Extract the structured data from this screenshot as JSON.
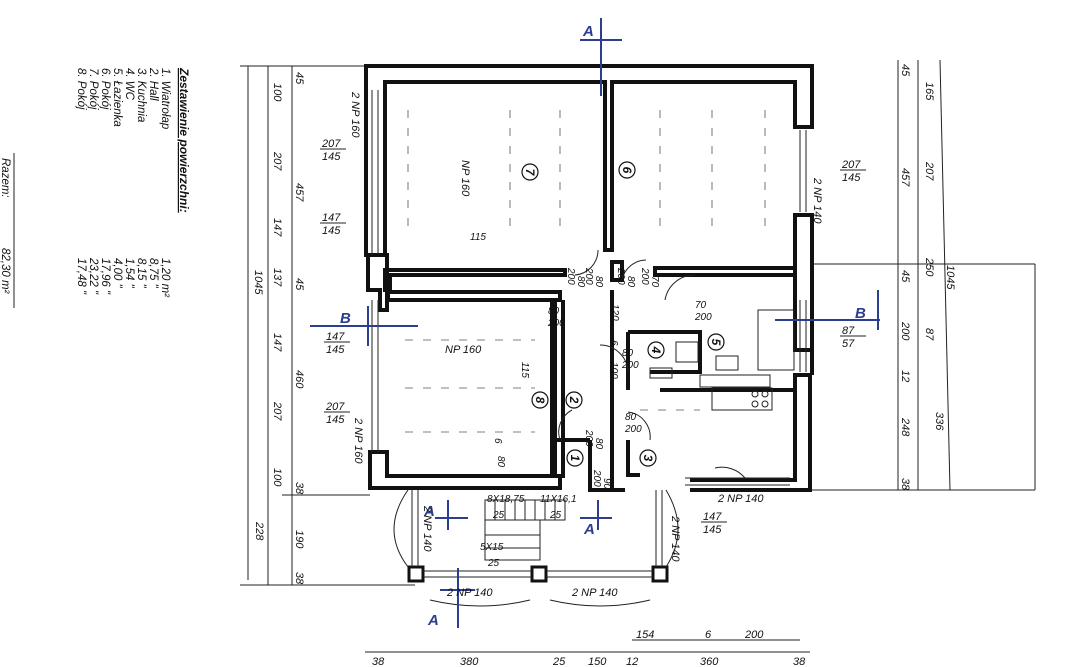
{
  "legend": {
    "title": "Zestawienie powierzchni:",
    "items": [
      {
        "name": "1. Wiatrołap",
        "area": "1,20 m²"
      },
      {
        "name": "2. Hall",
        "area": "8,75 \""
      },
      {
        "name": "3. Kuchnia",
        "area": "8,15 \""
      },
      {
        "name": "4. WC",
        "area": "1,54 \""
      },
      {
        "name": "5. Łazienka",
        "area": "4,00 \""
      },
      {
        "name": "6. Pokój",
        "area": "17,96 \""
      },
      {
        "name": "7. Pokój",
        "area": "23,22 \""
      },
      {
        "name": "8. Pokój",
        "area": "17,48 \""
      }
    ],
    "total_label": "Razem:",
    "total_value": "82,30 m²"
  },
  "rooms": [
    "1",
    "2",
    "3",
    "4",
    "5",
    "6",
    "7",
    "8"
  ],
  "sections": {
    "a": "A",
    "b": "B"
  },
  "windows": {
    "np160": "NP 160",
    "two_np160": "2 NP 160",
    "two_np140": "2 NP 140"
  },
  "dims": {
    "left_outer": [
      "100",
      "207",
      "147",
      "137",
      "147",
      "207",
      "100",
      "228"
    ],
    "left_inner": [
      "45",
      "457",
      "45",
      "460",
      "38",
      "190",
      "38"
    ],
    "left_total": "1045",
    "right_outer": [
      "165",
      "207",
      "250",
      "87",
      "336"
    ],
    "right_inner": [
      "45",
      "457",
      "45",
      "200",
      "12",
      "248",
      "38"
    ],
    "right_total": "1045",
    "bottom": [
      "38",
      "380",
      "25",
      "150",
      "12",
      "360",
      "38"
    ],
    "bottom_upper": [
      "154",
      "6",
      "200"
    ],
    "window_pairs": [
      [
        "207",
        "145"
      ],
      [
        "147",
        "145"
      ],
      [
        "147",
        "145"
      ],
      [
        "207",
        "145"
      ],
      [
        "207",
        "145"
      ],
      [
        "87",
        "57"
      ],
      [
        "147",
        "145"
      ]
    ],
    "doors": [
      [
        "80",
        "200"
      ],
      [
        "80",
        "200"
      ],
      [
        "80",
        "200"
      ],
      [
        "70",
        "200"
      ],
      [
        "80",
        "200"
      ],
      [
        "70",
        "200"
      ],
      [
        "80",
        "200"
      ],
      [
        "80",
        "200"
      ],
      [
        "90",
        "200"
      ],
      [
        "80",
        "200"
      ]
    ],
    "misc": [
      "115",
      "115",
      "120",
      "6",
      "100",
      "6",
      "80"
    ],
    "stairs": [
      "8X18,75",
      "11X16,1",
      "25",
      "25",
      "5X15",
      "25"
    ]
  }
}
